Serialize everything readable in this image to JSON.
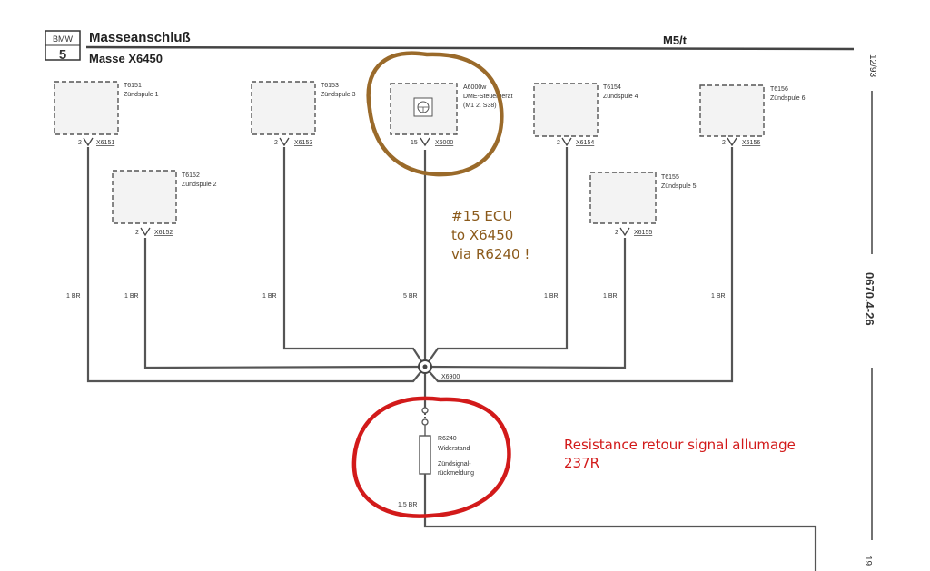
{
  "header": {
    "logo_top": "BMW",
    "logo_bottom": "5",
    "title": "Masseanschluß",
    "subtitle": "Masse X6450",
    "model": "M5/t"
  },
  "side": {
    "date": "12/93",
    "page_code": "0670.4-26",
    "bottom_clip": "19"
  },
  "components": [
    {
      "id": "T6151",
      "name": "Zündspule 1",
      "pin": "2",
      "connector": "X6151",
      "wire": "1 BR"
    },
    {
      "id": "T6152",
      "name": "Zündspule 2",
      "pin": "2",
      "connector": "X6152",
      "wire": "1 BR"
    },
    {
      "id": "T6153",
      "name": "Zündspule 3",
      "pin": "2",
      "connector": "X6153",
      "wire": "1 BR"
    },
    {
      "id": "A6000w",
      "name": "DME-Steuergerät",
      "name2": "(M1 2. S38)",
      "pin": "15",
      "connector": "X6000",
      "wire": "5 BR"
    },
    {
      "id": "T6154",
      "name": "Zündspule 4",
      "pin": "2",
      "connector": "X6154",
      "wire": "1 BR"
    },
    {
      "id": "T6155",
      "name": "Zündspule 5",
      "pin": "2",
      "connector": "X6155",
      "wire": "1 BR"
    },
    {
      "id": "T6156",
      "name": "Zündspule 6",
      "pin": "2",
      "connector": "X6156",
      "wire": "1 BR"
    }
  ],
  "junction": {
    "label": "X6900"
  },
  "resistor": {
    "id": "R6240",
    "line1": "Widerstand",
    "line2": "Zündsignal-",
    "line3": "rückmeldung",
    "wire": "1.5 BR"
  },
  "annotations": {
    "ecu_note": [
      "#15 ECU",
      "to X6450",
      "via R6240 !"
    ],
    "resistor_note": [
      "Resistance retour signal allumage",
      "237R"
    ],
    "brown_color": "#8b5a1b",
    "red_color": "#d21a1a"
  }
}
